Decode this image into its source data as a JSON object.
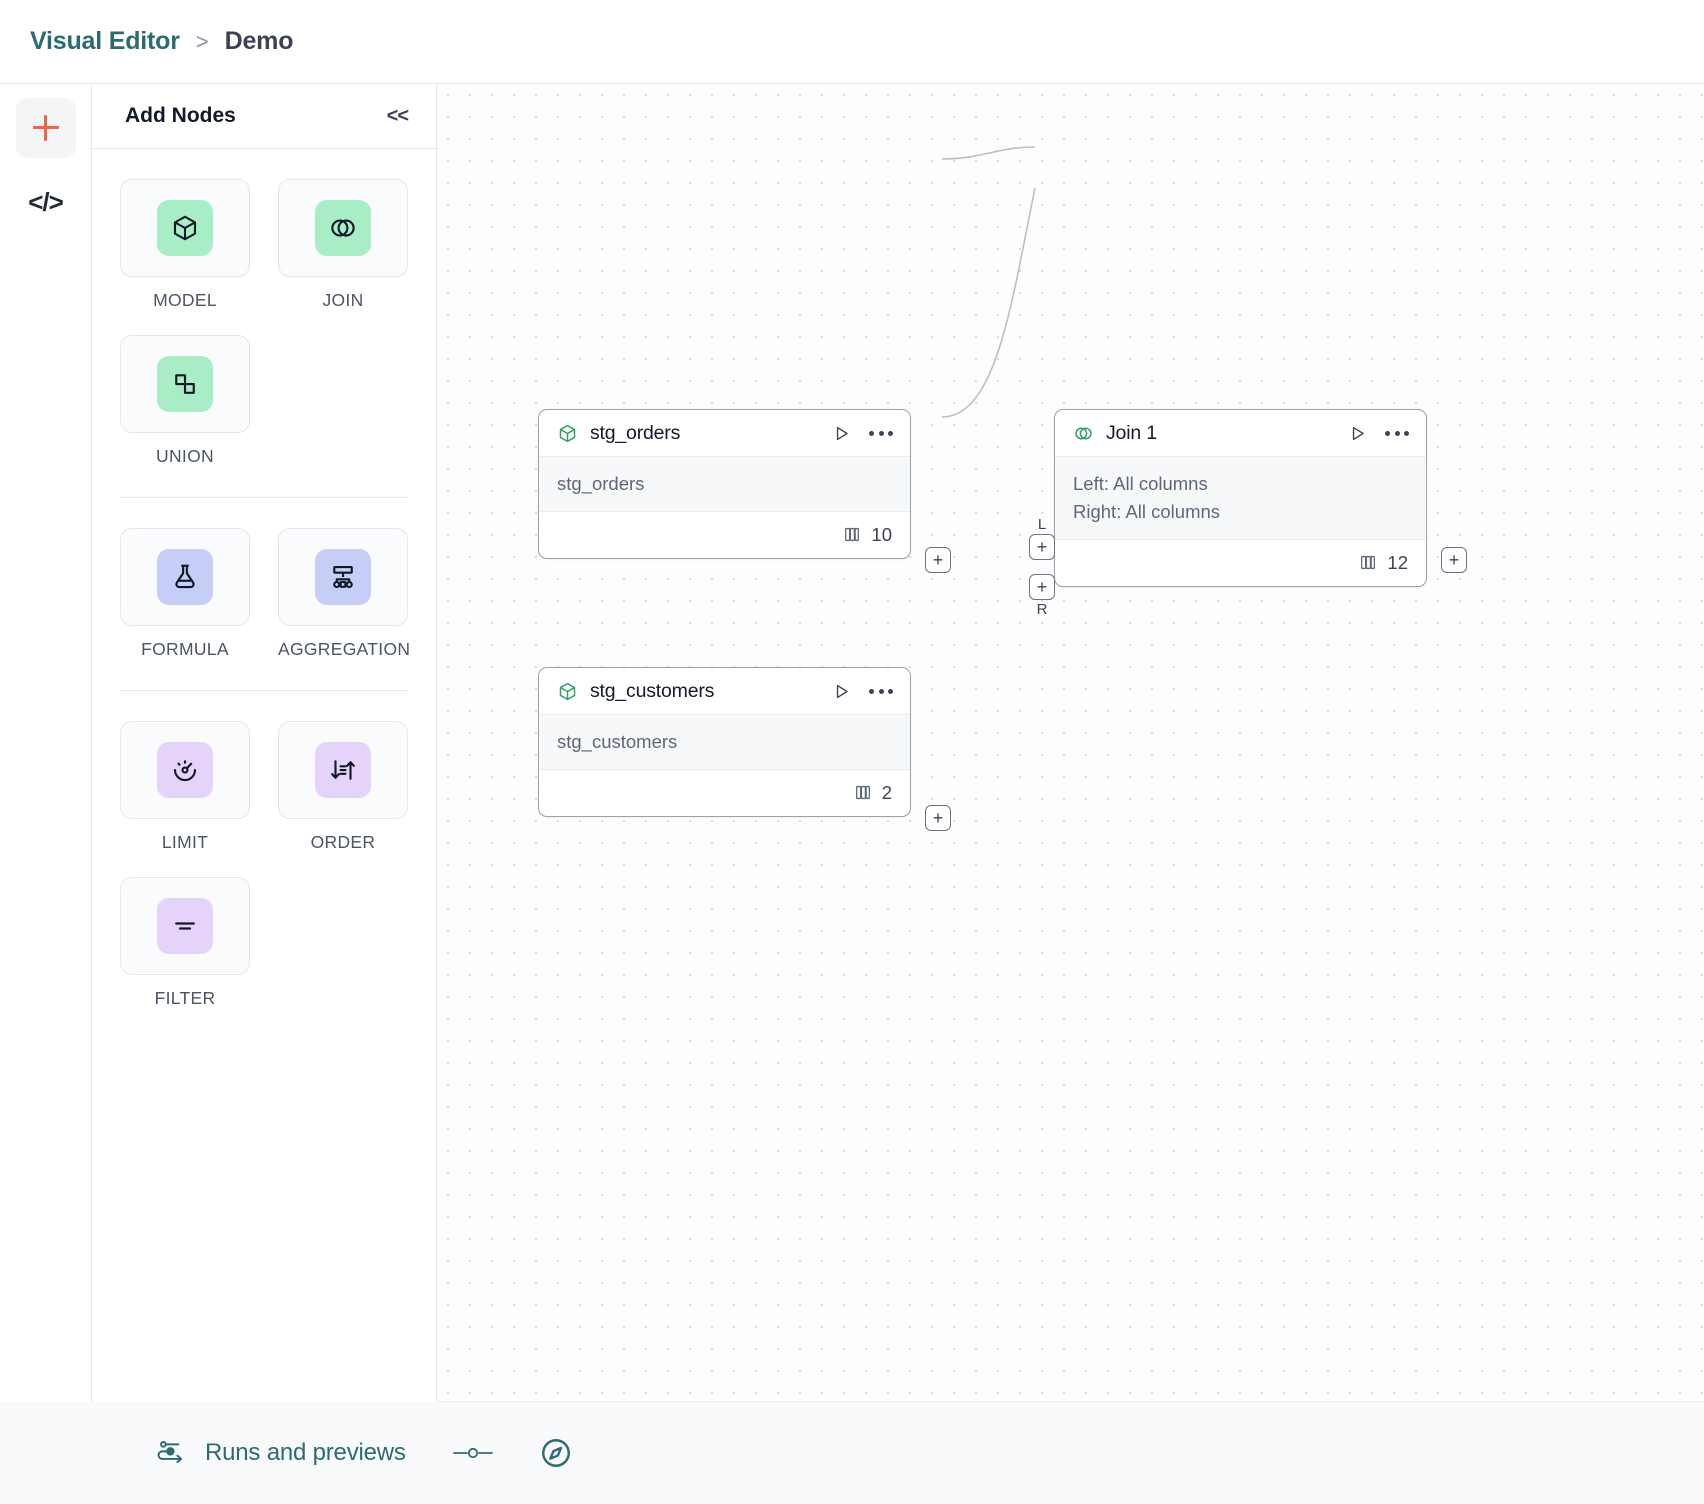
{
  "breadcrumb": {
    "root": "Visual Editor",
    "separator": ">",
    "leaf": "Demo"
  },
  "rail": {
    "add_icon": "plus-icon",
    "code_icon": "code-icon"
  },
  "panel": {
    "title": "Add Nodes",
    "collapse_label": "<<",
    "groups": [
      {
        "items": [
          {
            "label": "MODEL",
            "icon": "cube-icon",
            "swatch": "#a9edc6"
          },
          {
            "label": "JOIN",
            "icon": "join-circles-icon",
            "swatch": "#a9edc6"
          },
          {
            "label": "UNION",
            "icon": "union-shapes-icon",
            "swatch": "#a9edc6"
          }
        ]
      },
      {
        "items": [
          {
            "label": "FORMULA",
            "icon": "flask-icon",
            "swatch": "#c6cdf7"
          },
          {
            "label": "AGGREGATION",
            "icon": "hierarchy-icon",
            "swatch": "#c6cdf7"
          }
        ]
      },
      {
        "items": [
          {
            "label": "LIMIT",
            "icon": "gauge-icon",
            "swatch": "#e6d3fa"
          },
          {
            "label": "ORDER",
            "icon": "sort-arrows-icon",
            "swatch": "#e6d3fa"
          },
          {
            "label": "FILTER",
            "icon": "filter-lines-icon",
            "swatch": "#e6d3fa"
          }
        ]
      }
    ]
  },
  "canvas": {
    "nodes": [
      {
        "id": "stg_orders",
        "title": "stg_orders",
        "icon": "cube-icon",
        "body": [
          "stg_orders"
        ],
        "columns": "10",
        "play_icon": "play-icon",
        "menu_icon": "more-options-icon",
        "columns_icon": "columns-icon"
      },
      {
        "id": "join_1",
        "title": "Join 1",
        "icon": "join-circles-icon",
        "body": [
          "Left: All columns",
          "Right: All columns"
        ],
        "columns": "12",
        "play_icon": "play-icon",
        "menu_icon": "more-options-icon",
        "columns_icon": "columns-icon",
        "input_tags": [
          "L",
          "R"
        ]
      },
      {
        "id": "stg_customers",
        "title": "stg_customers",
        "icon": "cube-icon",
        "body": [
          "stg_customers"
        ],
        "columns": "2",
        "play_icon": "play-icon",
        "menu_icon": "more-options-icon",
        "columns_icon": "columns-icon"
      }
    ],
    "handle_label": "+"
  },
  "bottombar": {
    "runs_label": "Runs and previews",
    "runs_icon": "runs-icon",
    "slider_icon": "slider-icon",
    "compass_icon": "compass-icon"
  },
  "colors": {
    "accent_teal": "#2d6b73",
    "accent_orange": "#f0653f",
    "node_green": "#32a06a"
  }
}
